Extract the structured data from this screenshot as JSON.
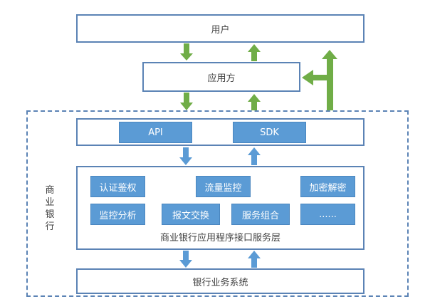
{
  "diagram": {
    "user_label": "用户",
    "app_party_label": "应用方",
    "bank_group_label": "商业银行",
    "api_label": "API",
    "sdk_label": "SDK",
    "service_layer": {
      "title": "商业银行应用程序接口服务层",
      "modules": [
        "认证鉴权",
        "流量监控",
        "加密解密",
        "监控分析",
        "报文交换",
        "服务组合",
        "......"
      ]
    },
    "bank_system_label": "银行业务系统"
  },
  "colors": {
    "box_border": "#5b83b5",
    "chip_fill": "#5b9bd5",
    "green_arrow": "#70ad47",
    "blue_arrow": "#5b9bd5"
  }
}
